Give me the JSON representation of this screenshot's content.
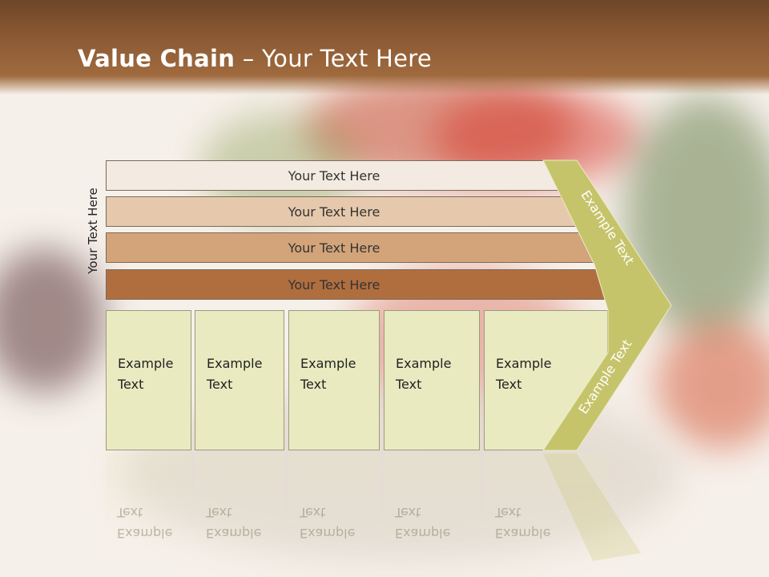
{
  "slide": {
    "title_bold": "Value Chain",
    "title_rest": " – Your Text Here",
    "vertical_label": "Your Text Here",
    "bars": [
      {
        "label": "Your Text Here",
        "color": "#f3ebe1"
      },
      {
        "label": "Your Text Here",
        "color": "#e6c9ac"
      },
      {
        "label": "Your Text Here",
        "color": "#d3a47a"
      },
      {
        "label": "Your Text Here",
        "color": "#b06e3e"
      }
    ],
    "boxes": [
      {
        "label": "Example\nText"
      },
      {
        "label": "Example\nText"
      },
      {
        "label": "Example\nText"
      },
      {
        "label": "Example\nText"
      },
      {
        "label": "Example\nText"
      }
    ],
    "chevron_top_label": "Example Text",
    "chevron_bottom_label": "Example Text",
    "colors": {
      "header": "#8b5a34",
      "box_fill": "#e9eac0",
      "chevron": "#c6c46a"
    }
  }
}
